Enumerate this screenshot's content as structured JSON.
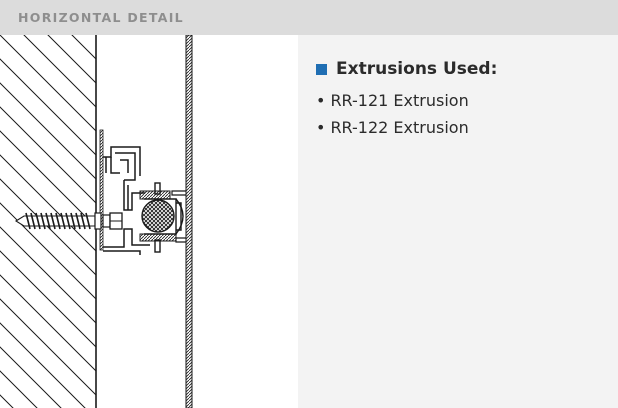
{
  "header": {
    "title": "HORIZONTAL DETAIL"
  },
  "info": {
    "heading": "Extrusions Used:",
    "items": [
      {
        "label": "RR-121 Extrusion"
      },
      {
        "label": "RR-122 Extrusion"
      }
    ]
  },
  "drawing": {
    "accent_color": "#1f6eb3",
    "line_color": "#1a1a1a"
  }
}
